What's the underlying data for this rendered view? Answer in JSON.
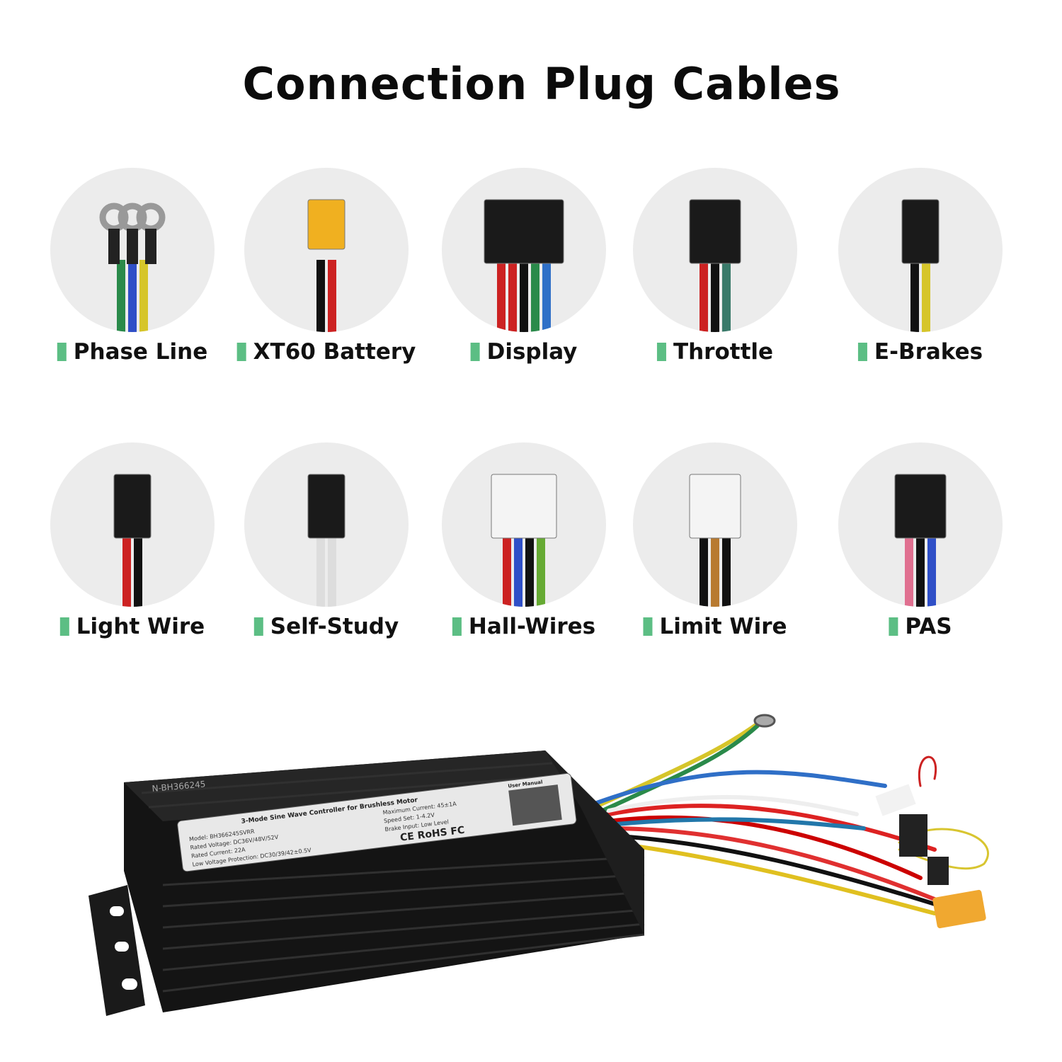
{
  "title": "Connection Plug Cables",
  "accent_color": "#5cbe84",
  "cables": [
    {
      "label": "Phase Line",
      "icon": "ring-terminals-icon"
    },
    {
      "label": "XT60 Battery",
      "icon": "xt60-connector-icon"
    },
    {
      "label": "Display",
      "icon": "display-connector-icon"
    },
    {
      "label": "Throttle",
      "icon": "throttle-connector-icon"
    },
    {
      "label": "E-Brakes",
      "icon": "ebrake-connectors-icon"
    },
    {
      "label": "Light Wire",
      "icon": "light-connector-icon"
    },
    {
      "label": "Self-Study",
      "icon": "self-study-connector-icon"
    },
    {
      "label": "Hall-Wires",
      "icon": "hall-connector-icon"
    },
    {
      "label": "Limit Wire",
      "icon": "limit-connector-icon"
    },
    {
      "label": "PAS",
      "icon": "pas-connector-icon"
    }
  ],
  "controller": {
    "serial": "N-BH366245",
    "label_title": "3-Mode Sine Wave Controller for Brushless Motor",
    "specs_left": [
      "Model: BH366245SVRR",
      "Rated Voltage: DC36V/48V/52V",
      "Rated Current: 22A",
      "Low Voltage Protection: DC30/39/42±0.5V"
    ],
    "specs_right": [
      "Maximum Current: 45±1A",
      "Speed Set: 1-4.2V",
      "Brake Input: Low Level"
    ],
    "certs": "CE RoHS FC",
    "manual": "User Manual"
  }
}
